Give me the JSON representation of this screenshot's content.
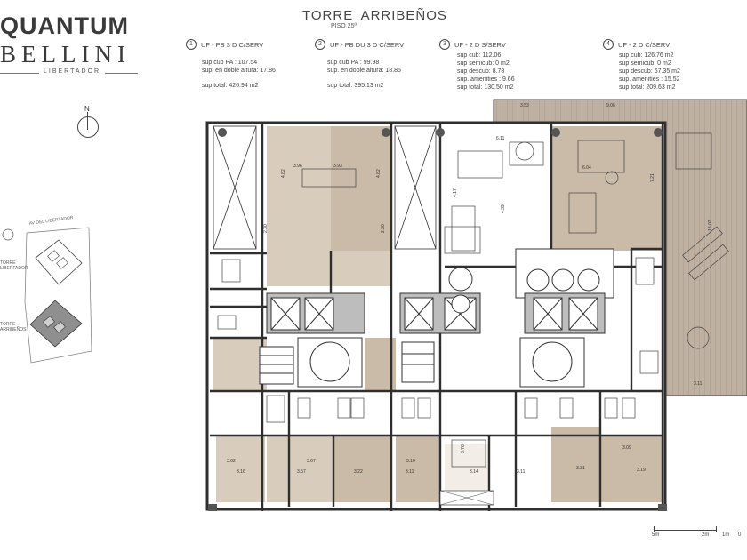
{
  "logo": {
    "line1": "QUANTUM",
    "line2": "BELLINI",
    "line3": "LIBERTADOR"
  },
  "title": "TORRE  ARRIBEÑOS",
  "subtitle": "PISO 25º",
  "units": [
    {
      "num": "1",
      "header": "UF - PB 3 D C/SERV",
      "lines": [
        "sup cub PA : 107.54",
        "sup. en doble altura: 17.86"
      ],
      "total": "sup total: 426.94 m2"
    },
    {
      "num": "2",
      "header": "UF - PB DU 3 D C/SERV",
      "lines": [
        "sup cub  PA : 99.98",
        "sup. en doble altura: 18.85"
      ],
      "total": "sup total: 395.13 m2"
    },
    {
      "num": "3",
      "header": "UF - 2 D S/SERV",
      "lines": [
        "sup cub:  112.06",
        "sup semicub: 0 m2",
        "sup descub:  8.78",
        "sup. amenities : 9.66",
        "sup total: 130.50 m2"
      ],
      "total": ""
    },
    {
      "num": "4",
      "header": "UF - 2 D C/SERV",
      "lines": [
        "sup cub:  126.76  m2",
        "sup semicub: 0 m2",
        "sup descub:  67.35 m2",
        "sup. amenities : 15.52",
        "sup total:  209.63 m2"
      ],
      "total": ""
    }
  ],
  "north_label": "N",
  "site": {
    "street": "AV DEL LIBERTADOR",
    "tower1": [
      "TORRE",
      "LIBERTADOR"
    ],
    "tower2": [
      "TORRE",
      "ARRIBEÑOS"
    ]
  },
  "dims": {
    "d396": "3.96",
    "d393": "3.93",
    "d482a": "4.82",
    "d482b": "4.82",
    "d230a": "2.30",
    "d230b": "2.30",
    "d353": "3.53",
    "d906": "9.06",
    "d604": "6.04",
    "d721": "7.21",
    "d1802": "18.02",
    "d311t": "3.11",
    "d611": "6.11",
    "d417": "4.17",
    "d439": "4.39",
    "d362": "3.62",
    "d316": "3.16",
    "d357": "3.57",
    "d322": "3.22",
    "d367": "3.67",
    "d311": "3.11",
    "d310": "3.10",
    "d311b": "3.11",
    "d331": "3.31",
    "d319": "3.19",
    "d314": "3.14",
    "d376": "3.76",
    "d309": "3.09"
  },
  "scale": {
    "s5": "5m",
    "s2": "2m",
    "s1": "1m",
    "s0": "0"
  },
  "colors": {
    "beige": "#d8cdbd",
    "beige_dark": "#c9bba7",
    "terrace": "#b9a99a",
    "wall": "#2f2f2f",
    "background": "#ffffff"
  }
}
